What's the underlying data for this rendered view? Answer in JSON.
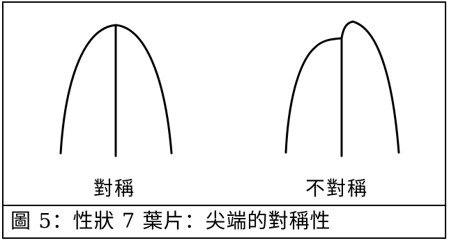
{
  "diagram": {
    "labels": {
      "symmetric": "對稱",
      "asymmetric": "不對稱"
    },
    "caption": "圖 5：性狀 7 葉片：尖端的對稱性"
  },
  "colors": {
    "line": "#000000",
    "background": "#ffffff"
  }
}
